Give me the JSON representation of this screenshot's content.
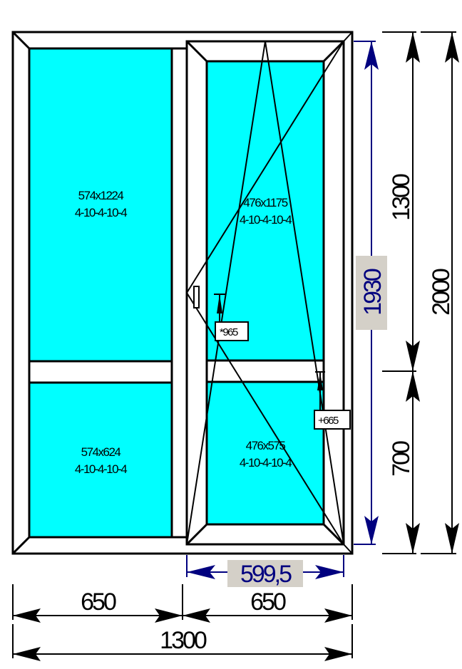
{
  "drawing": {
    "type": "window-door-construction",
    "colors": {
      "glass": "#00ffff",
      "frame": "#ffffff",
      "outline": "#000000",
      "sash_dimension": "#00007f",
      "label_background": "#d4d0c8"
    },
    "panes": [
      {
        "id": "left-top",
        "size": "574x1224",
        "formula": "4-10-4-10-4"
      },
      {
        "id": "left-bottom",
        "size": "574x624",
        "formula": "4-10-4-10-4"
      },
      {
        "id": "right-top",
        "size": "476x1175",
        "formula": "4-10-4-10-4"
      },
      {
        "id": "right-bottom",
        "size": "476x575",
        "formula": "4-10-4-10-4"
      }
    ],
    "hinge_tags": [
      {
        "id": "handle-offset",
        "label": "*965"
      },
      {
        "id": "bottom-offset",
        "label": "+665"
      }
    ],
    "dimensions": {
      "sash_height": "1930",
      "sash_width": "599,5",
      "right_upper": "1300",
      "right_lower": "700",
      "total_height": "2000",
      "bottom_left": "650",
      "bottom_right": "650",
      "total_width": "1300"
    }
  }
}
